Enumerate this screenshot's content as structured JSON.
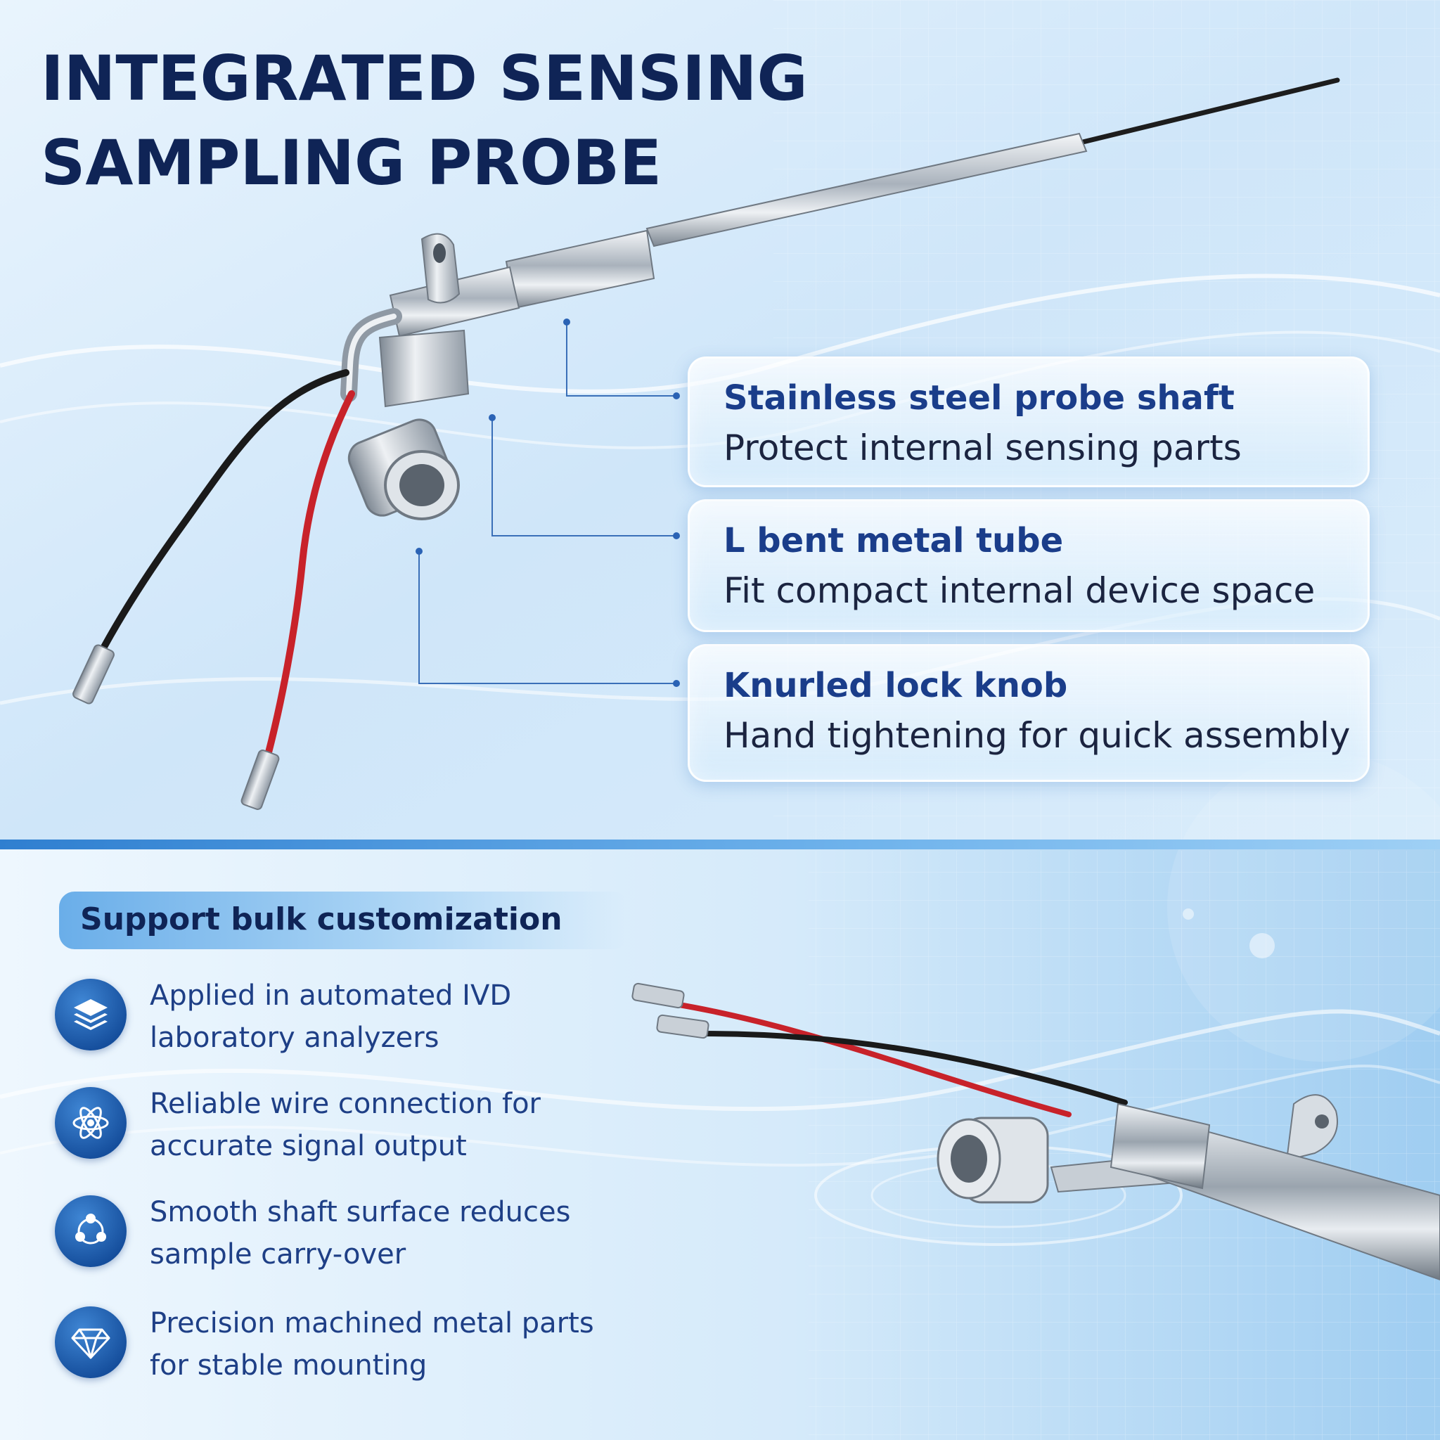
{
  "title": {
    "line1": "INTEGRATED SENSING",
    "line2": "SAMPLING PROBE"
  },
  "callouts": [
    {
      "heading": "Stainless steel probe shaft",
      "text": "Protect internal sensing parts"
    },
    {
      "heading": "L bent metal tube",
      "text": "Fit compact internal device space"
    },
    {
      "heading": "Knurled lock knob",
      "text": "Hand tightening for quick assembly"
    }
  ],
  "customization": {
    "label": "Support bulk customization"
  },
  "features": [
    {
      "icon": "layers-icon",
      "line1": "Applied in automated IVD",
      "line2": "laboratory analyzers"
    },
    {
      "icon": "atom-icon",
      "line1": "Reliable wire connection for",
      "line2": "accurate signal output"
    },
    {
      "icon": "network-cycle-icon",
      "line1": "Smooth shaft surface reduces",
      "line2": "sample carry-over"
    },
    {
      "icon": "diamond-icon",
      "line1": "Precision machined metal parts",
      "line2": "for stable mounting"
    }
  ],
  "colors": {
    "title": "#0f2456",
    "heading": "#1a3d8a",
    "accent": "#1f5fb4",
    "wire_red": "#c8222a",
    "wire_black": "#1a1a1a"
  }
}
